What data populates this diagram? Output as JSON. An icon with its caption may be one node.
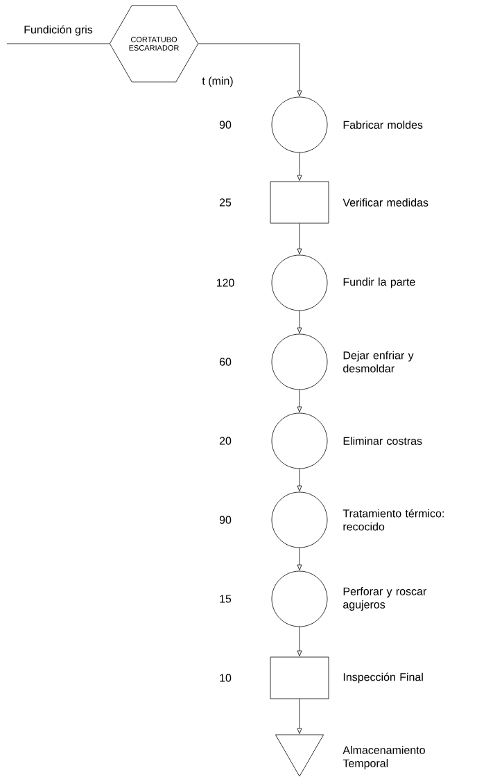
{
  "diagram": {
    "nodes": [
      {
        "text": [
          "CORTATUBO ESCARIADOR"
        ]
      },
      {
        "text": [],
        "shape": "circle",
        "beside": [
          "90",
          "Fabricar moldes"
        ]
      },
      {
        "text": [],
        "shape": "box",
        "beside": [
          "25",
          "Verificar medidas"
        ]
      },
      {
        "text": [],
        "shape": "circle",
        "beside": [
          "120",
          "Fundir la parte"
        ]
      },
      {
        "text": [],
        "shape": "circle",
        "beside": [
          "60",
          "Dejar enfriar y desmoldar"
        ]
      },
      {
        "text": [],
        "shape": "circle",
        "beside": [
          "20",
          "Eliminar costras"
        ]
      },
      {
        "text": [],
        "shape": "circle",
        "beside": [
          "90",
          "Tratamiento térmico: recocido"
        ]
      },
      {
        "text": [],
        "shape": "circle",
        "beside": [
          "15",
          "Perforar y roscar agujeros"
        ]
      },
      {
        "text": [],
        "shape": "box",
        "beside": [
          "10",
          "Inspección Final"
        ]
      },
      {
        "text": [],
        "shape": "triangle",
        "beside": [
          "Almacenamiento Temporal"
        ]
      }
    ],
    "edges": [
      {
        "from": null,
        "to": 0,
        "arrow": "none",
        "label": "Fundición gris"
      },
      {
        "from": 0,
        "to": 1,
        "arrow": "to"
      },
      {
        "from": 1,
        "to": 2,
        "arrow": "to"
      },
      {
        "from": 2,
        "to": 3,
        "arrow": "to"
      },
      {
        "from": 3,
        "to": 4,
        "arrow": "to"
      },
      {
        "from": 4,
        "to": 5,
        "arrow": "to"
      },
      {
        "from": 5,
        "to": 6,
        "arrow": "to"
      },
      {
        "from": 6,
        "to": 7,
        "arrow": "to"
      },
      {
        "from": 7,
        "to": 8,
        "arrow": "to"
      },
      {
        "from": 8,
        "to": 9,
        "arrow": "to"
      }
    ],
    "labels": [
      "t (min)"
    ]
  }
}
